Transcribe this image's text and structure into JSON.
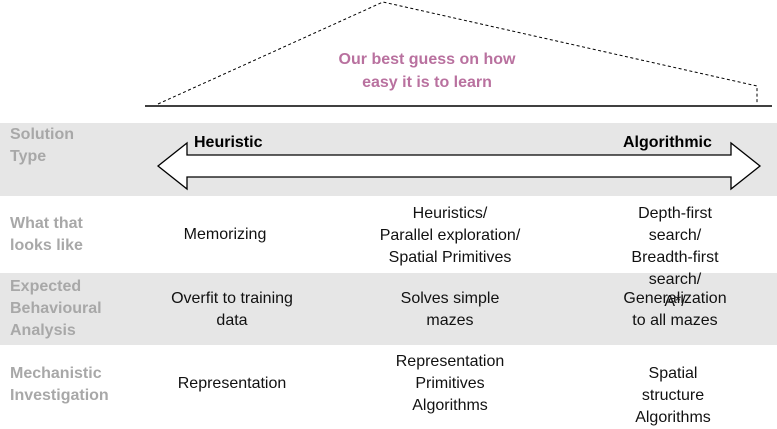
{
  "header": {
    "guess_text": "Our best guess on how\neasy it is to learn"
  },
  "rows": [
    {
      "label": "Solution\nType"
    },
    {
      "label": "What that\nlooks like",
      "cells": [
        "Memorizing",
        "Heuristics/\nParallel exploration/\nSpatial Primitives",
        "Depth-first search/\nBreadth-first search/\nA*/"
      ]
    },
    {
      "label": "Expected\nBehavioural\nAnalysis",
      "cells": [
        "Overfit to training\ndata",
        "Solves simple\nmazes",
        "Generalization\nto all mazes"
      ]
    },
    {
      "label": "Mechanistic\nInvestigation",
      "cells": [
        "Representation",
        "Representation\nPrimitives\nAlgorithms",
        "Spatial structure\nAlgorithms"
      ]
    }
  ],
  "arrow": {
    "left_label": "Heuristic",
    "right_label": "Algorithmic"
  },
  "colors": {
    "band": "#e6e6e6",
    "label": "#a8a8a8",
    "guess": "#b9719f"
  }
}
